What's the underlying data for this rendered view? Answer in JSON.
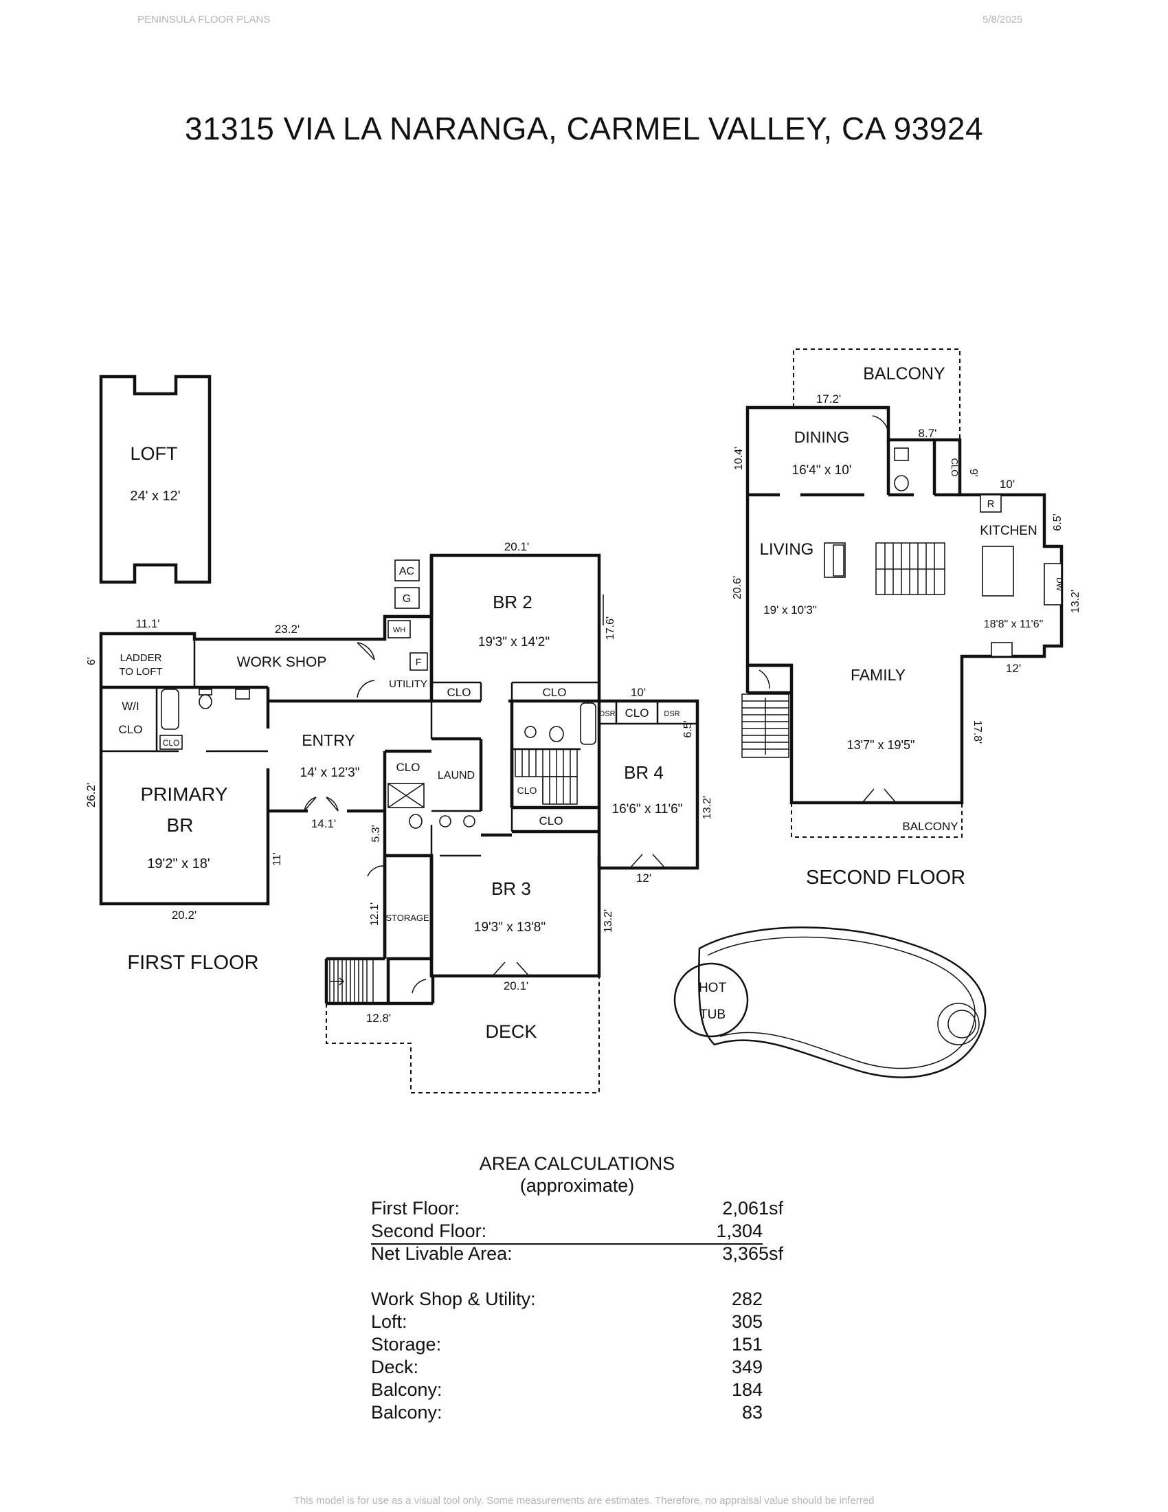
{
  "header": {
    "left": "PENINSULA FLOOR PLANS",
    "right": "5/8/2025"
  },
  "title": "31315 VIA LA NARANGA, CARMEL VALLEY, CA  93924",
  "plan": {
    "loft": {
      "name": "LOFT",
      "size": "24' x 12'"
    },
    "first_floor": {
      "label": "FIRST FLOOR",
      "rooms": {
        "ladder": [
          "LADDER",
          "TO LOFT"
        ],
        "workshop": "WORK SHOP",
        "utility": "UTILITY",
        "ac": "AC",
        "g": "G",
        "wh": "WH",
        "f": "F",
        "wi_clo": [
          "W/I",
          "CLO"
        ],
        "clo_small": "CLO",
        "primary": [
          "PRIMARY",
          "BR"
        ],
        "primary_size": "19'2\" x 18'",
        "entry": "ENTRY",
        "entry_size": "14' x 12'3\"",
        "br2": "BR 2",
        "br2_size": "19'3\" x 14'2\"",
        "clo1": "CLO",
        "clo2": "CLO",
        "clo3": "CLO",
        "laund": "LAUND",
        "dsr1": "DSR",
        "dsr2": "DSR",
        "clo4": "CLO",
        "clo5": "CLO",
        "clo6": "CLO",
        "br4": "BR 4",
        "br4_size": "16'6\" x 11'6\"",
        "br3": "BR 3",
        "br3_size": "19'3\" x 13'8\"",
        "storage": "STORAGE",
        "deck": "DECK"
      },
      "dims": {
        "d_11_1": "11.1'",
        "d_23_2": "23.2'",
        "d_6": "6'",
        "d_26_2": "26.2'",
        "d_20_2": "20.2'",
        "d_11": "11'",
        "d_14_1": "14.1'",
        "d_5_3": "5.3'",
        "d_12_1": "12.1'",
        "d_12_8": "12.8'",
        "d_20_1_top": "20.1'",
        "d_17_6": "17.6'",
        "d_10": "10'",
        "d_6_5": "6.5'",
        "d_13_2_br4": "13.2'",
        "d_12": "12'",
        "d_13_2_br3": "13.2'",
        "d_20_1_bot": "20.1'"
      }
    },
    "second_floor": {
      "label": "SECOND FLOOR",
      "rooms": {
        "balcony_top": "BALCONY",
        "dining": "DINING",
        "dining_size": "16'4\" x 10'",
        "clo": "CLO",
        "r": "R",
        "kitchen": "KITCHEN",
        "living": "LIVING",
        "living_size": "19' x 10'3\"",
        "dw": "DW",
        "kitchen_size": "18'8\" x 11'6\"",
        "family": "FAMILY",
        "family_size": "13'7\" x 19'5\"",
        "balcony_bot": "BALCONY"
      },
      "dims": {
        "d_17_2": "17.2'",
        "d_8_7": "8.7'",
        "d_10_4": "10.4'",
        "d_9": "9'",
        "d_10": "10'",
        "d_6_5": "6.5'",
        "d_20_6": "20.6'",
        "d_13_2": "13.2'",
        "d_12": "12'",
        "d_17_8": "17.8'"
      }
    },
    "hot_tub": [
      "HOT",
      "TUB"
    ]
  },
  "area": {
    "title": "AREA CALCULATIONS",
    "subtitle": "(approximate)",
    "rows": [
      {
        "label": "First Floor:",
        "value": "2,061sf"
      },
      {
        "label": "Second Floor:",
        "value": "1,304"
      },
      {
        "label": "Net Livable Area:",
        "value": "3,365sf"
      },
      {
        "label": "Work Shop & Utility:",
        "value": "282"
      },
      {
        "label": "Loft:",
        "value": "305"
      },
      {
        "label": "Storage:",
        "value": "151"
      },
      {
        "label": "Deck:",
        "value": "349"
      },
      {
        "label": "Balcony:",
        "value": "184"
      },
      {
        "label": "Balcony:",
        "value": "83"
      }
    ]
  },
  "footer": "This model is for use as a visual tool only. Some measurements are estimates. Therefore, no appraisal value should be inferred"
}
